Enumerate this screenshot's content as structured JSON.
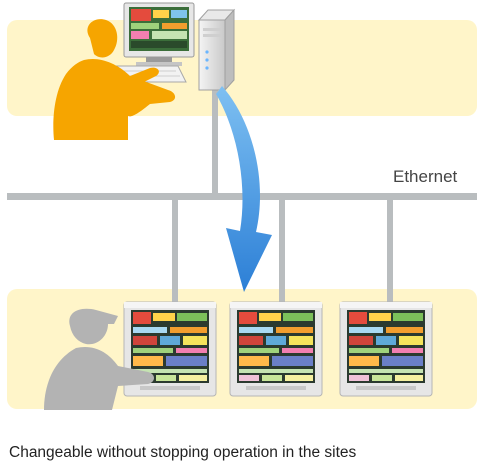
{
  "network": {
    "label": "Ethernet"
  },
  "caption": {
    "text": "Changeable without stopping operation in the sites"
  },
  "colors": {
    "zone": "#FFF5C9",
    "network_line": "#B9BDBF",
    "office_operator": "#F6A500",
    "field_operator": "#B3B3B3",
    "transfer_arrow": "#3D8FE0"
  },
  "icons": {
    "office_pc": "desktop-computer-icon",
    "server": "server-tower-icon",
    "hmi_panel": "touch-panel-icon",
    "transfer": "curved-arrow-down-icon"
  },
  "panels": [
    {
      "id": "panel-1"
    },
    {
      "id": "panel-2"
    },
    {
      "id": "panel-3"
    }
  ]
}
